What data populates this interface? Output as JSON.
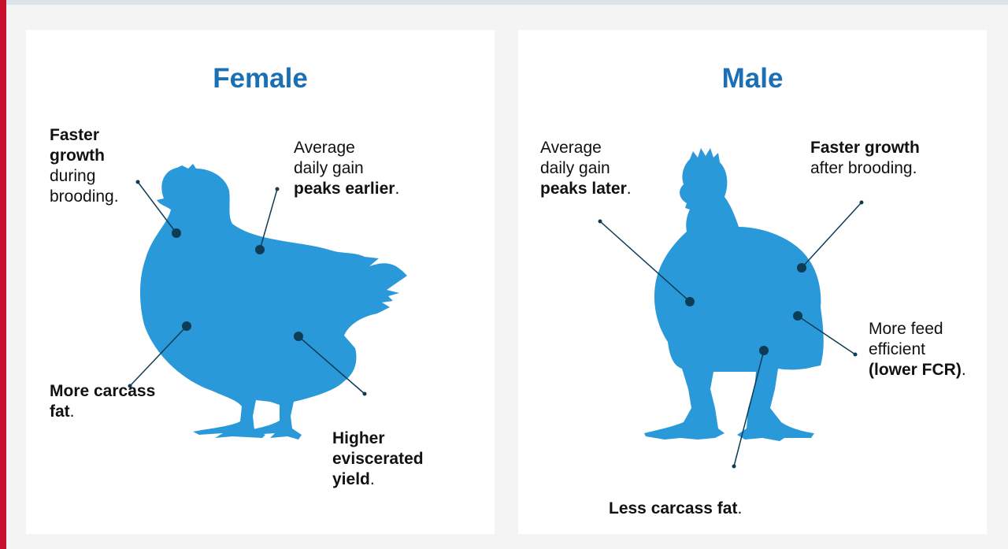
{
  "accent_colors": {
    "title": "#1a6fb5",
    "silhouette": "#2999d9",
    "side_bar": "#c8102e"
  },
  "female": {
    "title": "Female",
    "annotations": {
      "faster_growth": {
        "bold": "Faster growth",
        "rest": "during brooding."
      },
      "adg": {
        "rest": "Average daily gain",
        "bold": "peaks earlier",
        "end": "."
      },
      "carcass_fat": {
        "bold": "More carcass fat",
        "end": "."
      },
      "yield": {
        "bold": "Higher eviscerated yield",
        "end": "."
      }
    }
  },
  "male": {
    "title": "Male",
    "annotations": {
      "adg": {
        "rest": "Average daily gain",
        "bold": "peaks later",
        "end": "."
      },
      "faster_growth": {
        "bold": "Faster growth",
        "rest": "after brooding."
      },
      "feed_efficient": {
        "rest": "More feed efficient",
        "bold": "(lower FCR)",
        "end": "."
      },
      "carcass_fat": {
        "bold": "Less carcass fat",
        "end": "."
      }
    }
  }
}
